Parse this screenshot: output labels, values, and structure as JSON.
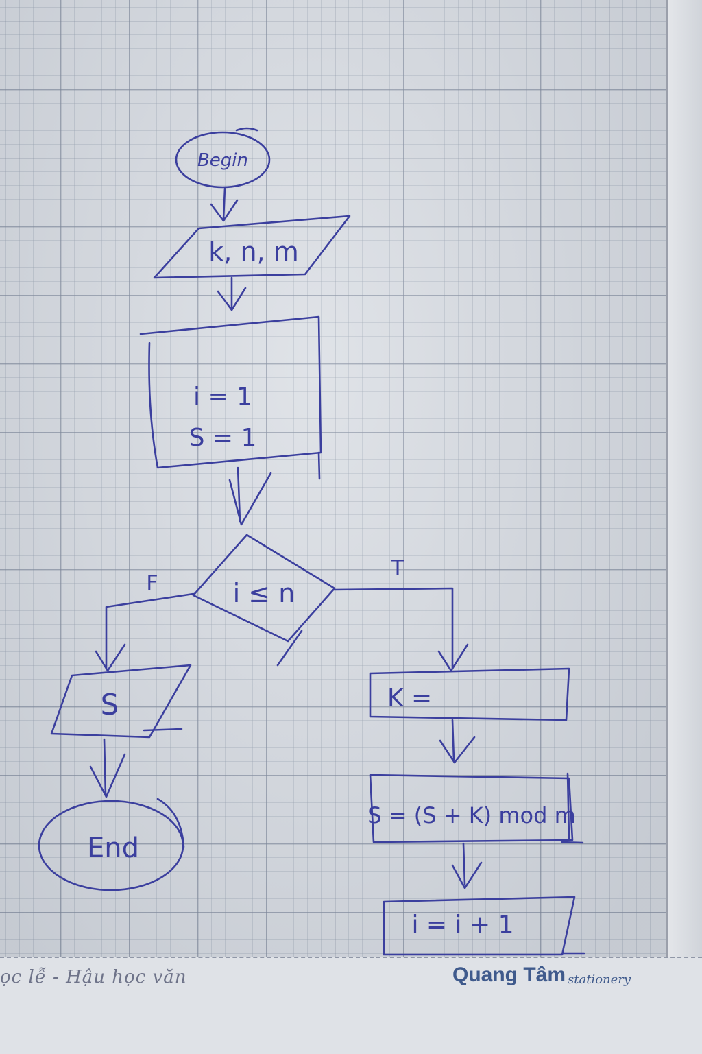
{
  "nodes": {
    "begin": "Begin",
    "input": "k, n, m",
    "init_i": "i = 1",
    "init_s": "S = 1",
    "condition": "i ≤ n",
    "output": "S",
    "end": "End",
    "assign_k": "K =",
    "update_s": "S = (S + K) mod m",
    "increment": "i = i + 1"
  },
  "branches": {
    "false": "F",
    "true": "T"
  },
  "footer": {
    "slogan": "ọc lễ - Hậu học văn",
    "brand": "Quang Tâm",
    "brand_sub": "stationery"
  },
  "colors": {
    "ink": "#3b3f9e",
    "brand": "#3f5a8c"
  }
}
